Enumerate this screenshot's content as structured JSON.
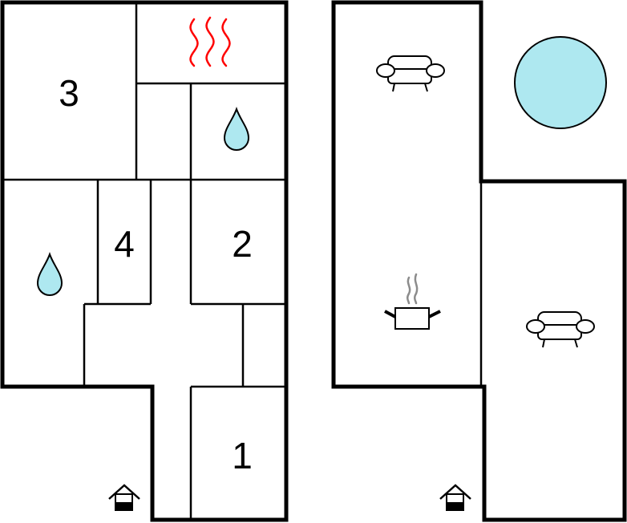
{
  "floor_left": {
    "room_labels": {
      "room_1": "1",
      "room_2": "2",
      "room_3": "3",
      "room_4": "4"
    },
    "icons": [
      "sauna-heat-icon",
      "water-drop-icon",
      "water-drop-icon",
      "entrance-house-icon"
    ]
  },
  "floor_right": {
    "icons": [
      "sofa-icon",
      "sofa-icon",
      "cooking-pot-icon",
      "pool-icon",
      "entrance-house-icon"
    ]
  },
  "colors": {
    "wall": "#000000",
    "water": "#aee8f0",
    "sauna_heat": "#ff0000",
    "steam": "#8c8c8c"
  }
}
